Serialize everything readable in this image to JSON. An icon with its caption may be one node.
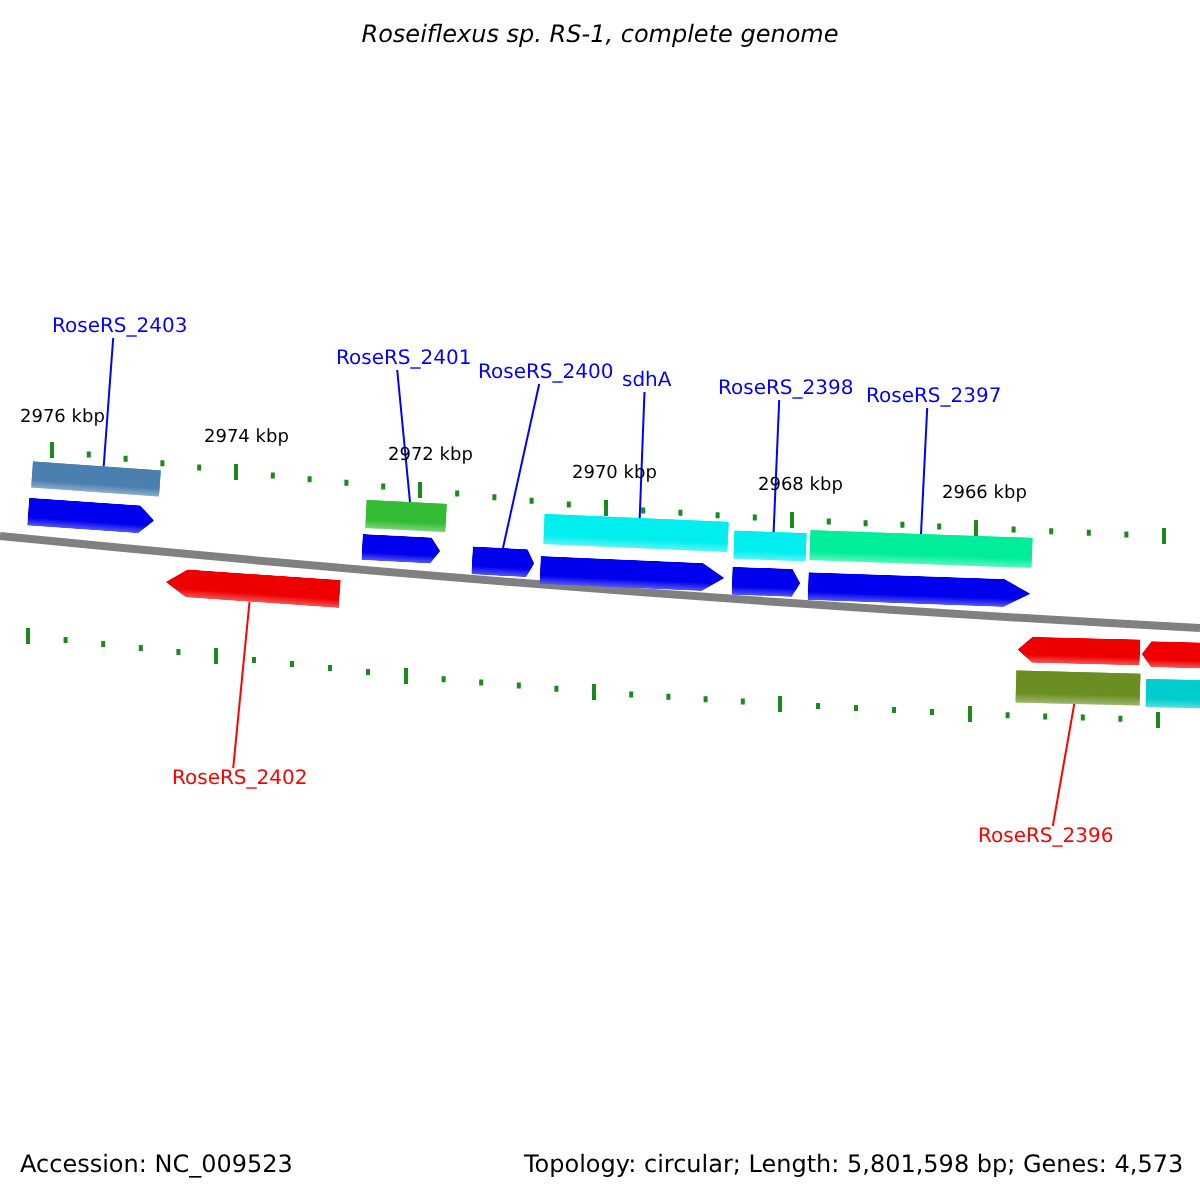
{
  "diagram": {
    "title": "Roseiflexus sp. RS-1, complete genome",
    "nodes": [
      {
        "text": [
          "RoseRS_2403"
        ]
      },
      {
        "text": [
          "RoseRS_2401"
        ]
      },
      {
        "text": [
          "RoseRS_2400"
        ]
      },
      {
        "text": [
          "sdhA"
        ]
      },
      {
        "text": [
          "RoseRS_2398"
        ]
      },
      {
        "text": [
          "RoseRS_2397"
        ]
      },
      {
        "text": [
          "RoseRS_2402"
        ]
      },
      {
        "text": [
          "RoseRS_2396"
        ]
      },
      {
        "text": [],
        "shape": "bar"
      },
      {
        "text": [],
        "shape": "bar"
      },
      {
        "text": [],
        "shape": "arrow"
      },
      {
        "text": [],
        "shape": "bar"
      },
      {
        "text": [],
        "shape": "bar"
      },
      {
        "text": [],
        "shape": "bar"
      },
      {
        "text": [],
        "shape": "arrow"
      },
      {
        "text": [],
        "shape": "bar"
      },
      {
        "text": [],
        "shape": "arrow"
      },
      {
        "text": [],
        "shape": "arrow"
      },
      {
        "text": [],
        "shape": "arrow"
      },
      {
        "text": [],
        "shape": "arrow"
      },
      {
        "text": [],
        "shape": "arrow"
      },
      {
        "text": [],
        "shape": "arrow"
      },
      {
        "text": [],
        "shape": "arrow"
      },
      {
        "text": [],
        "shape": "bar"
      }
    ],
    "edges": [
      {
        "from": 0,
        "to": 8,
        "arrow": "none"
      },
      {
        "from": 1,
        "to": 9,
        "arrow": "none"
      },
      {
        "from": 2,
        "to": 10,
        "arrow": "none"
      },
      {
        "from": 3,
        "to": 11,
        "arrow": "none"
      },
      {
        "from": 4,
        "to": 12,
        "arrow": "none"
      },
      {
        "from": 5,
        "to": 13,
        "arrow": "none"
      },
      {
        "from": 6,
        "to": 14,
        "arrow": "none",
        "color": "#ff0000"
      },
      {
        "from": 7,
        "to": 15,
        "arrow": "none",
        "color": "#ff0000"
      }
    ],
    "labels": [
      "2976 kbp",
      "2974 kbp",
      "2972 kbp",
      "2970 kbp",
      "2968 kbp",
      "2966 kbp",
      "Accession: NC_009523",
      "Topology: circular; Length: 5,801,598 bp; Genes: 4,573"
    ]
  }
}
